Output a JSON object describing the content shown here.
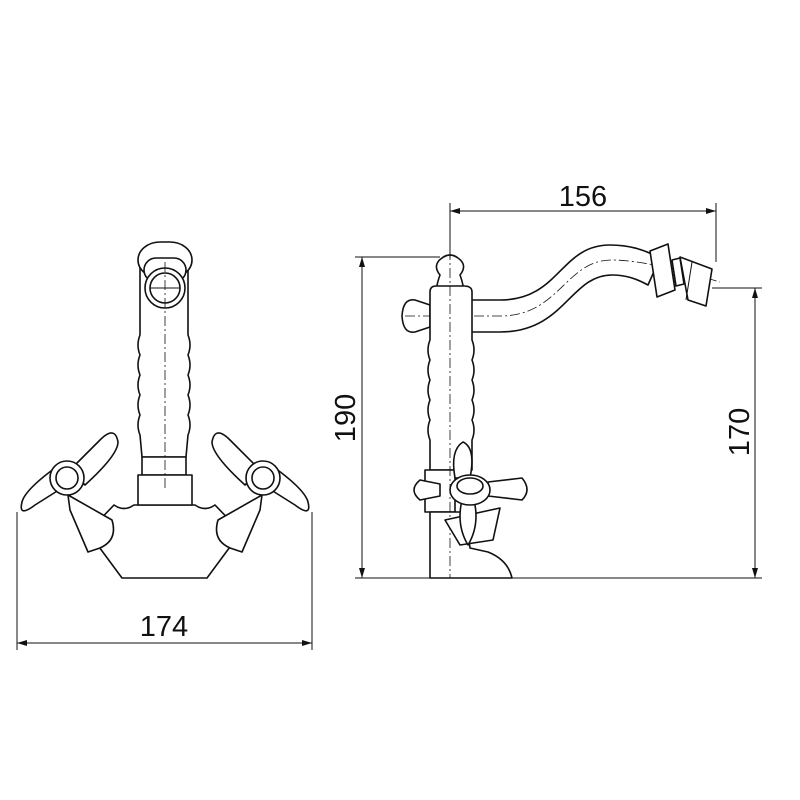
{
  "drawing": {
    "front_view": {
      "width_dimension": "174"
    },
    "side_view": {
      "reach_dimension": "156",
      "height_dimension": "190",
      "spout_height_dimension": "170"
    },
    "line_color": "#111111",
    "background": "#ffffff"
  }
}
